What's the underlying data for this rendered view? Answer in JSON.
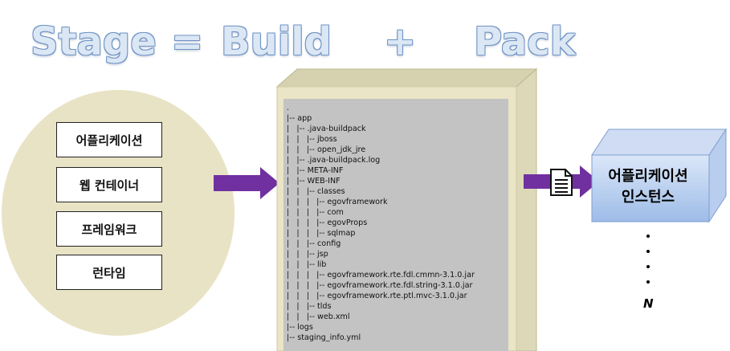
{
  "title": {
    "stage": "Stage",
    "equals": "=",
    "build": "Build",
    "plus": "+",
    "pack": "Pack"
  },
  "stack": {
    "items": [
      "어플리케이션",
      "웹 컨테이너",
      "프레임워크",
      "런타임"
    ]
  },
  "tree_lines": [
    ".",
    "|-- app",
    "|   |-- .java-buildpack",
    "|   |   |-- jboss",
    "|   |   |-- open_jdk_jre",
    "|   |-- .java-buildpack.log",
    "|   |-- META-INF",
    "|   |-- WEB-INF",
    "|   |   |-- classes",
    "|   |   |   |-- egovframework",
    "|   |   |   |-- com",
    "|   |   |   |-- egovProps",
    "|   |   |   |-- sqlmap",
    "|   |   |-- config",
    "|   |   |-- jsp",
    "|   |   |-- lib",
    "|   |   |   |-- egovframework.rte.fdl.cmmn-3.1.0.jar",
    "|   |   |   |-- egovframework.rte.fdl.string-3.1.0.jar",
    "|   |   |   |-- egovframework.rte.ptl.mvc-3.1.0.jar",
    "|   |   |-- tlds",
    "|   |   |-- web.xml",
    "|-- logs",
    "|-- staging_info.yml"
  ],
  "instance": {
    "line1": "어플리케이션",
    "line2": "인스턴스",
    "n": "N"
  },
  "colors": {
    "arrow": "#7030a0",
    "circle": "#e8e3c5",
    "cube_front": "#c3c3c3",
    "cube_side": "#e9e5c6",
    "instance_box": "#a9c4ec"
  }
}
